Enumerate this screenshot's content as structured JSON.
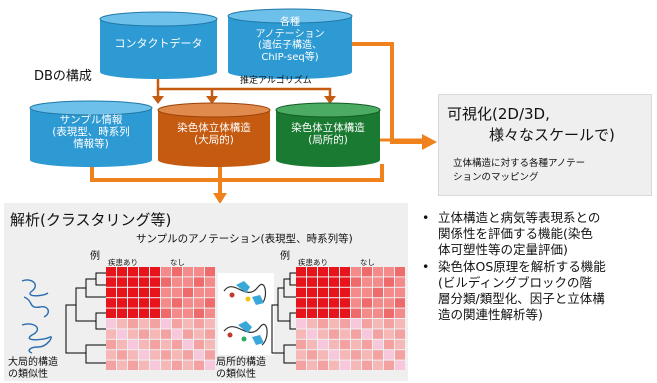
{
  "db": {
    "contact": "コンタクトデータ",
    "annotation": [
      "各種",
      "アノテーション",
      "(遺伝子構造、",
      "ChIP-seq等)"
    ],
    "section_label": "DBの構成",
    "algorithm_label": "推定アルゴリズム",
    "sample": [
      "サンプル情報",
      "(表現型、時系列",
      "情報等)"
    ],
    "global": [
      "染色体立体構造",
      "(大局的)"
    ],
    "local": [
      "染色体立体構造",
      "(局所的)"
    ]
  },
  "visual": {
    "title1": "可視化(2D/3D,",
    "title2": "様々なスケールで)",
    "desc1": "立体構造に対する各種アノテー",
    "desc2": "ションのマッピング"
  },
  "analysis": {
    "title": "解析(クラスタリング等)",
    "subtitle": "サンプルのアノテーション(表現型、時系列等)",
    "example": "例",
    "disease_yes": "疾患あり",
    "disease_no": "なし",
    "global_sim": [
      "大局的構造",
      "の類似性"
    ],
    "local_sim": [
      "局所的構造",
      "の類似性"
    ]
  },
  "bullets": [
    [
      "立体構造と病気等表現系との",
      "関係性を評価する機能(染色",
      "体可塑性等の定量評価)"
    ],
    [
      "染色体OS原理を解析する機能",
      "(ビルディングブロックの階",
      "層分類/類型化、因子と立体構",
      "造の関連性解析等)"
    ]
  ],
  "colors": {
    "cyl_blue": "#2e9ad3",
    "cyl_orange": "#c55a11",
    "cyl_green": "#1b7a32",
    "arrow_orange": "#f0821e",
    "heat_red": "#e8141b",
    "heat_pink": "#f3a1a1"
  }
}
